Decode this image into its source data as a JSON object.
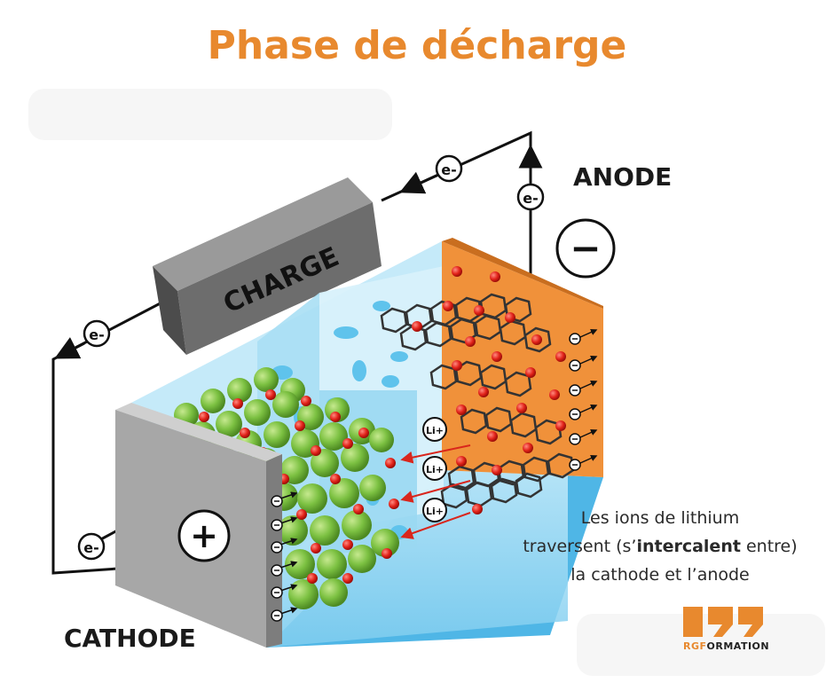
{
  "title": "Phase de décharge",
  "labels": {
    "anode": "ANODE",
    "cathode": "CATHODE",
    "charge": "CHARGE",
    "electron": "e-",
    "lithium_ion": "Li+",
    "anode_sign": "−",
    "cathode_sign": "+"
  },
  "caption": {
    "line1": "Les ions de lithium",
    "line2_pre": "traversent (s’",
    "line2_bold": "intercalent",
    "line2_post": " entre)",
    "line3": "la cathode et l’anode"
  },
  "logo": {
    "prefix": "RGF",
    "suffix": "ORMATION"
  },
  "colors": {
    "title": "#e8892e",
    "anode_plate": "#f0913a",
    "cathode_plate": "#a7a7a7",
    "electrolyte": "#8fd6f2",
    "cathode_particle": "#7cc142",
    "lithium_ion": "#e2231a",
    "graphite": "#333333",
    "charge_box": "#6d6d6d"
  }
}
